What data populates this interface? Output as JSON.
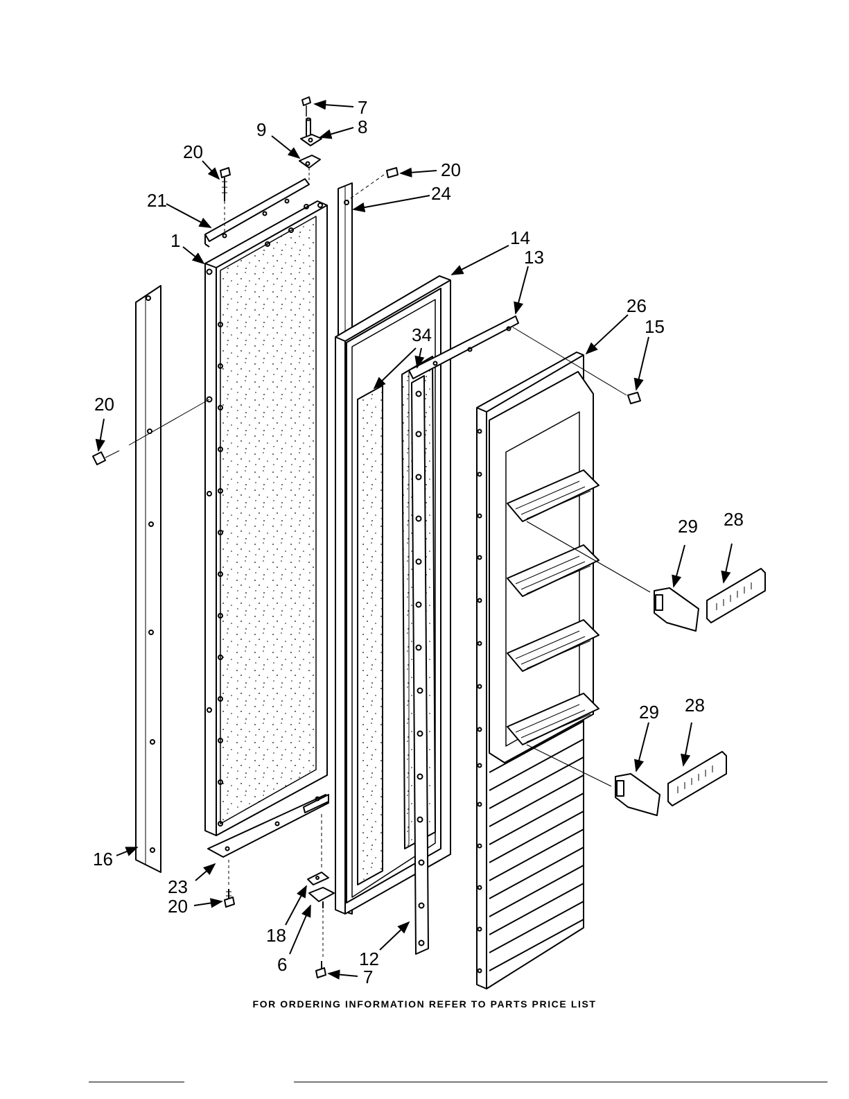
{
  "diagram": {
    "footer": "FOR ORDERING INFORMATION REFER TO PARTS PRICE LIST",
    "callouts": {
      "c7_top": "7",
      "c8": "8",
      "c9": "9",
      "c20_top_left": "20",
      "c20_top_right": "20",
      "c24": "24",
      "c21": "21",
      "c1": "1",
      "c14": "14",
      "c13": "13",
      "c26": "26",
      "c15": "15",
      "c34": "34",
      "c20_left": "20",
      "c29_upper": "29",
      "c28_upper": "28",
      "c29_lower": "29",
      "c28_lower": "28",
      "c16": "16",
      "c23": "23",
      "c20_bottom": "20",
      "c18": "18",
      "c6": "6",
      "c12": "12",
      "c7_bottom": "7"
    }
  },
  "colors": {
    "ink": "#000000",
    "paper": "#ffffff"
  }
}
